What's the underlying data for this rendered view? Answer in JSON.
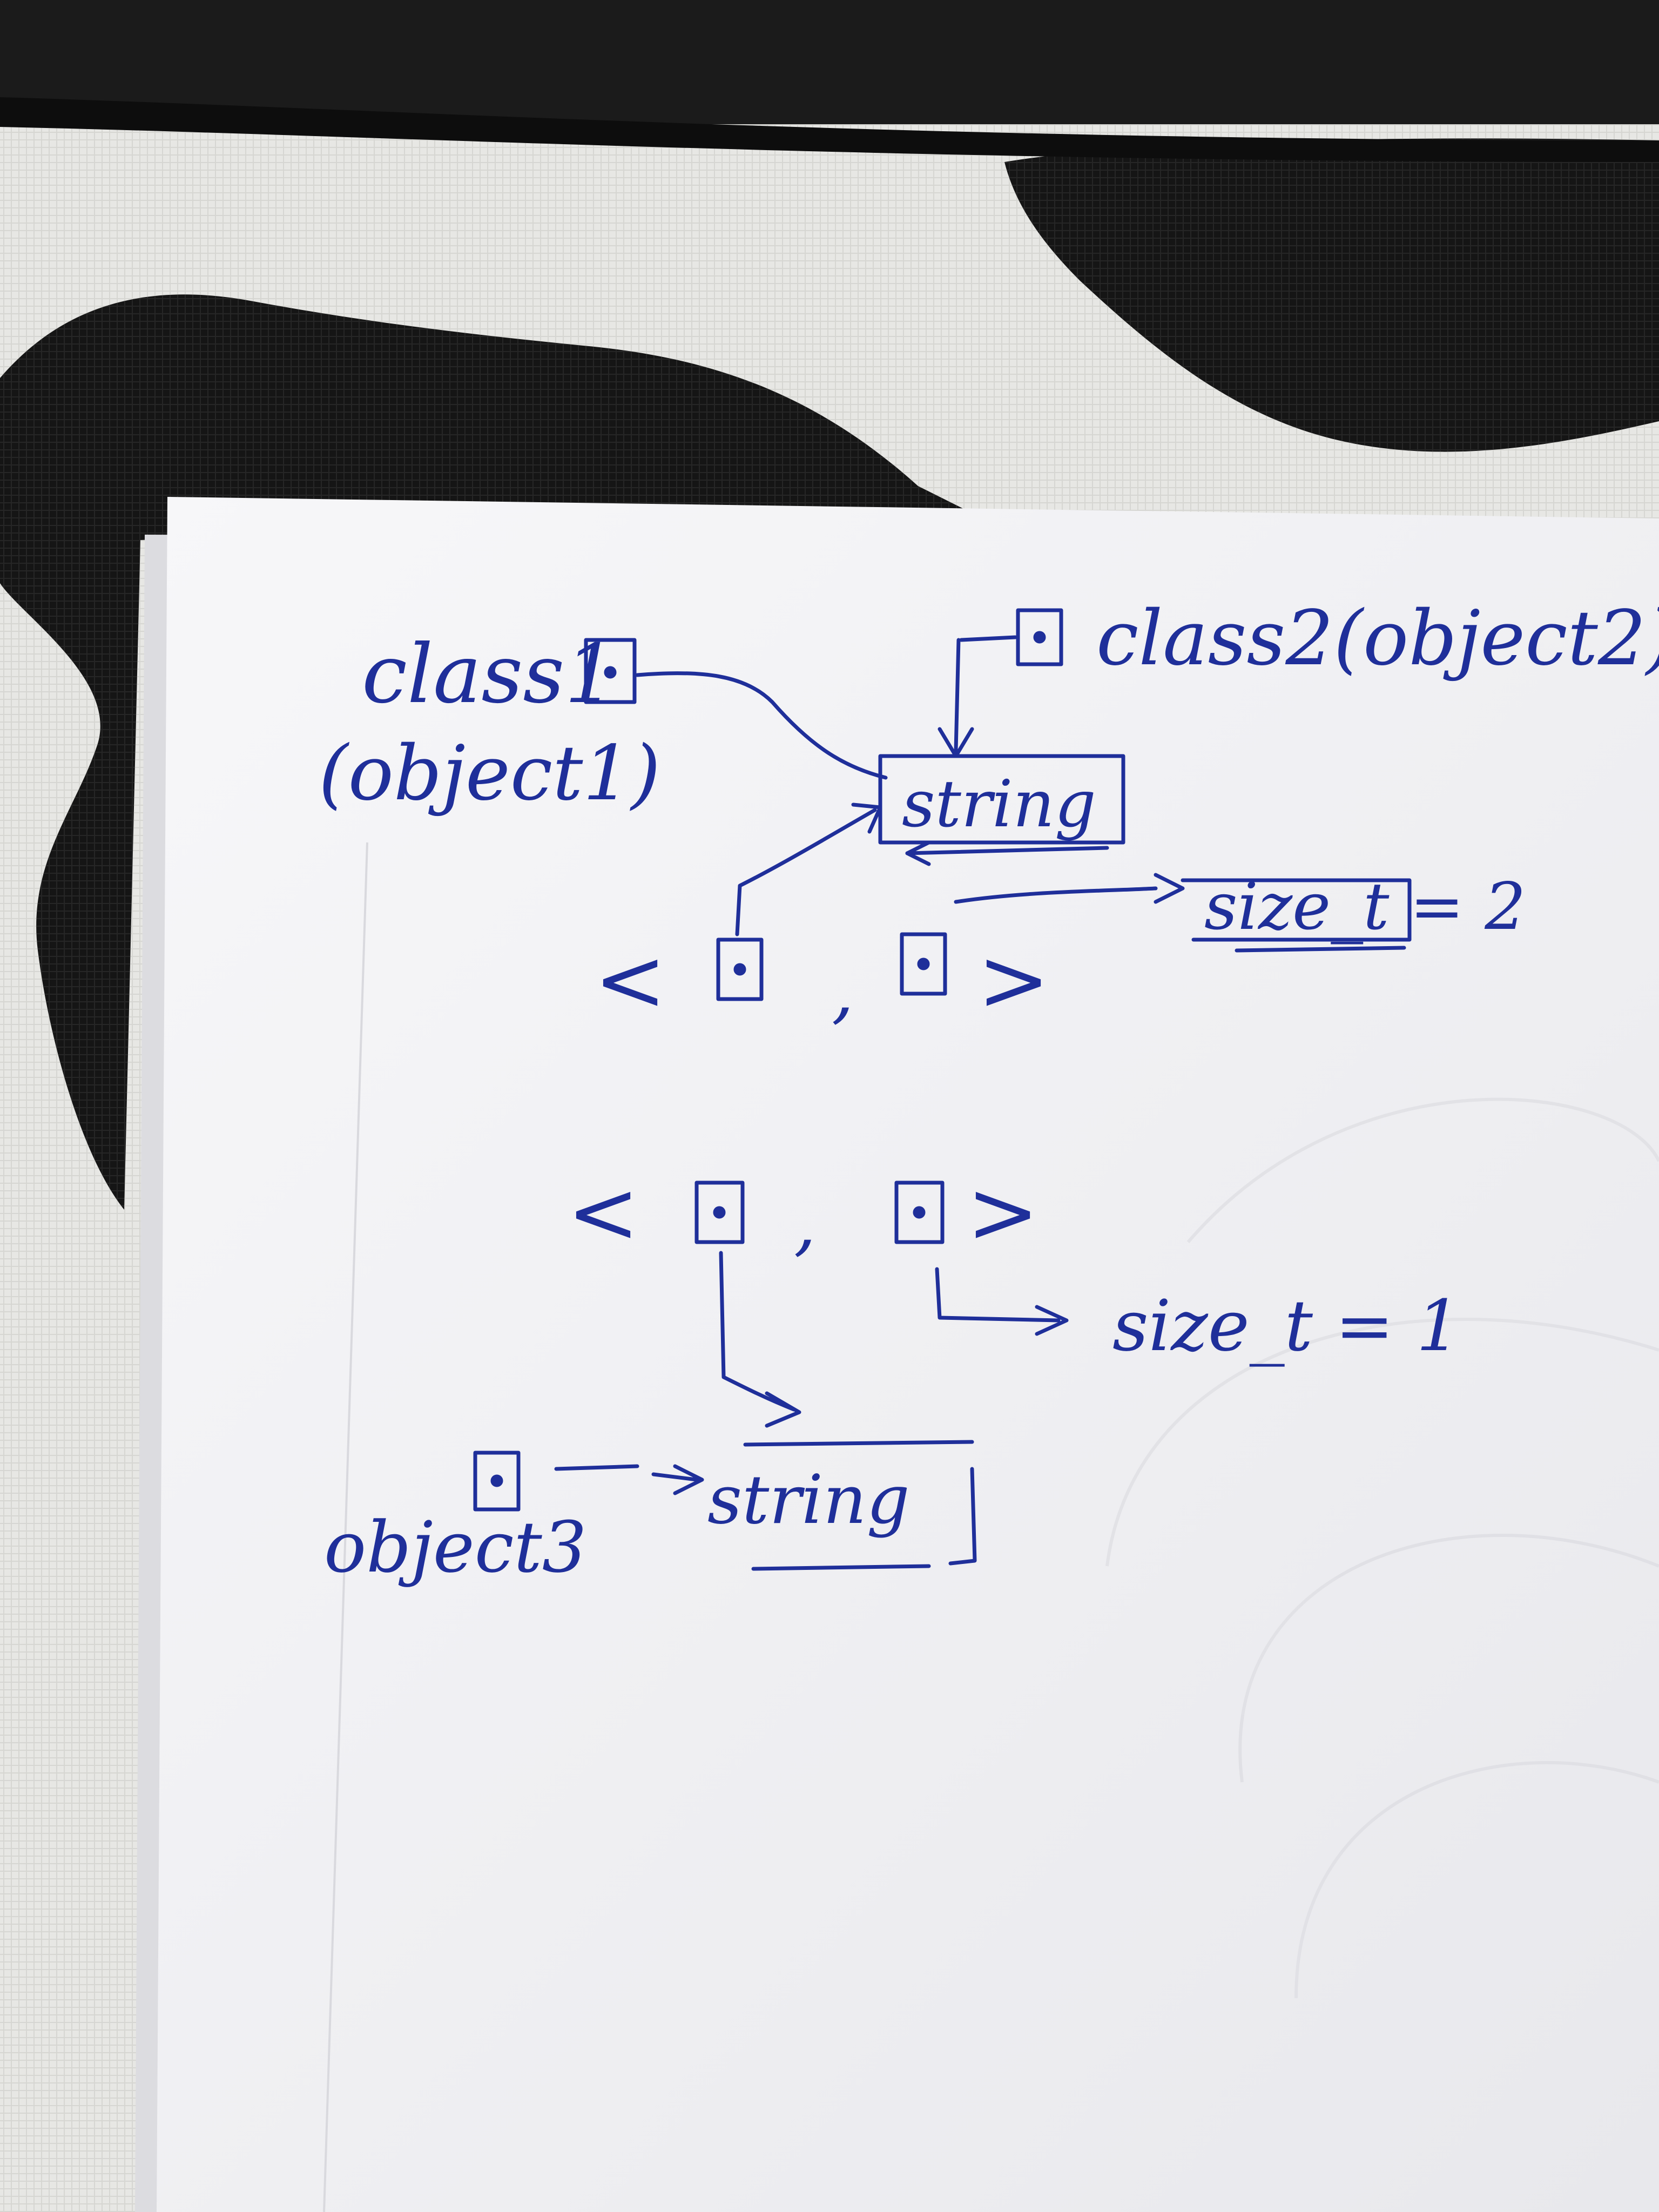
{
  "colors": {
    "ink": "#1f2f9a",
    "paper": "#f4f4f6",
    "backdrop_white": "#e9e9e6",
    "backdrop_black": "#151515"
  },
  "notes": {
    "class1_label": "class1",
    "object1_label": "(object1)",
    "class2_label": "class2(object2)",
    "string_top": "string",
    "size_top": "size_t = 2",
    "size_bottom": "size_t = 1",
    "object3_label": "object3",
    "string_bottom": "string",
    "angle_open": "<",
    "angle_close": ">",
    "comma": ","
  }
}
